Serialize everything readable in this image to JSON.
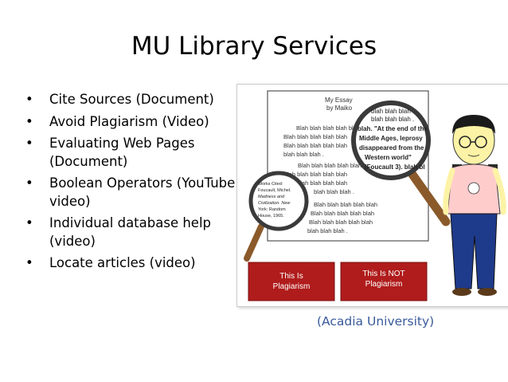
{
  "slide": {
    "title": "MU Library Services",
    "bullets": [
      "Cite Sources (Document)",
      "Avoid Plagiarism (Video)",
      "Evaluating Web Pages (Document)",
      "Boolean Operators (YouTube video)",
      "Individual database help (video)",
      "Locate articles  (video)"
    ],
    "credit": "(Acadia University)"
  },
  "illustration": {
    "essay_title": "My Essay",
    "essay_author": "by Maiko",
    "blah_line": "Blah blah blah blah blah",
    "blah_line_short": "blah blah blah .",
    "quote_lines": [
      "blah. \"At the end of the",
      "Middle Ages, leprosy",
      "disappeared from the",
      "Western world\"",
      "(Foucault 3). blah bl"
    ],
    "works_cited": [
      "Works Cited:",
      "Foucault, Michel.",
      "Madness and",
      "Civilization. New",
      "York: Random",
      "House, 1965."
    ],
    "button_left": [
      "This Is",
      "Plagiarism"
    ],
    "button_right": [
      "This Is NOT",
      "Plagiarism"
    ],
    "colors": {
      "button_red": "#b01c1c",
      "shirt": "#ffcccc",
      "pants": "#1e3a8a",
      "lens_frame": "#3a3a3a",
      "handle": "#8b5a2b"
    }
  }
}
